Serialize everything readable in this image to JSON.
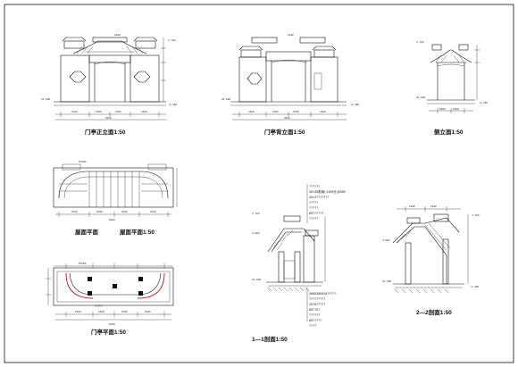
{
  "drawing": {
    "views": [
      {
        "id": "front",
        "title": "门亭正立面1:50"
      },
      {
        "id": "back",
        "title": "门亭背立面1:50"
      },
      {
        "id": "side",
        "title": "侧立面1:50"
      },
      {
        "id": "roof_plan_a",
        "title": "屋面平面"
      },
      {
        "id": "roof_plan_b",
        "title": "屋面平面1:50"
      },
      {
        "id": "section11",
        "title": "1—1剖面1:50"
      },
      {
        "id": "section22",
        "title": "2—2剖面1:50"
      },
      {
        "id": "plan",
        "title": "门亭平面1:50"
      }
    ],
    "section_notes_top": [
      "??????",
      "30×30角钢(1100分)@300",
      "40×1???????",
      "?????",
      "?????",
      "60??????",
      "?????"
    ],
    "section_notes_bottom": [
      "300X300X20?????",
      "?????????",
      "20?6?????",
      "60?75?",
      "??????",
      "60?????",
      "????"
    ],
    "plan_note": "????"
  }
}
